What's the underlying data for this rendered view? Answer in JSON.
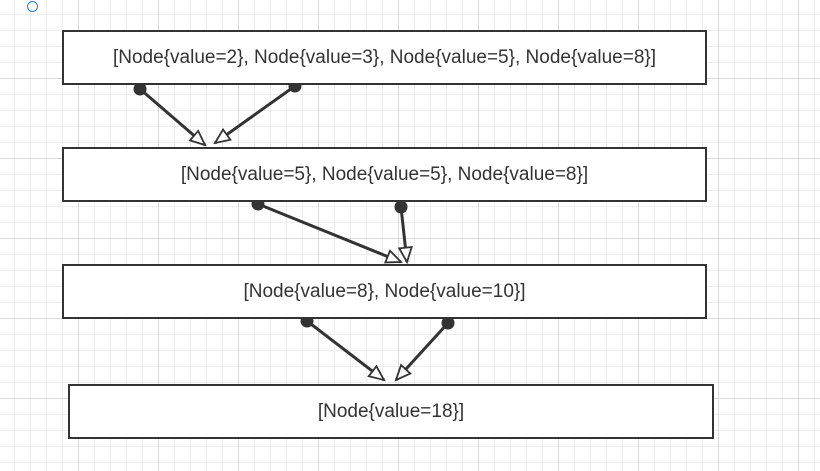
{
  "diagram": {
    "nodes": [
      {
        "id": "box-1",
        "label": "[Node{value=2}, Node{value=3}, Node{value=5}, Node{value=8}]"
      },
      {
        "id": "box-2",
        "label": "[Node{value=5}, Node{value=5}, Node{value=8}]"
      },
      {
        "id": "box-3",
        "label": "[Node{value=8}, Node{value=10}]"
      },
      {
        "id": "box-4",
        "label": "[Node{value=18}]"
      }
    ],
    "edges": [
      {
        "from": "box-1",
        "to": "box-2"
      },
      {
        "from": "box-1",
        "to": "box-2"
      },
      {
        "from": "box-2",
        "to": "box-3"
      },
      {
        "from": "box-2",
        "to": "box-3"
      },
      {
        "from": "box-3",
        "to": "box-4"
      },
      {
        "from": "box-3",
        "to": "box-4"
      }
    ],
    "colors": {
      "stroke": "#333333",
      "grid_major": "#d9d9d9",
      "grid_minor": "#eeeeee",
      "handle": "#2b7bd6"
    }
  }
}
